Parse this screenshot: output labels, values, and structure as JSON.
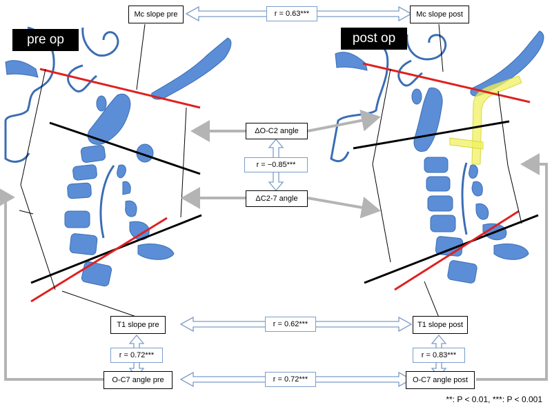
{
  "panels": {
    "pre_label": "pre op",
    "post_label": "post op"
  },
  "measures": {
    "mc_pre": "Mc slope pre",
    "mc_post": "Mc slope post",
    "o_c2": "ΔO-C2 angle",
    "c2_7": "ΔC2-7 angle",
    "t1_pre": "T1 slope pre",
    "t1_post": "T1 slope post",
    "oc7_pre": "O-C7 angle pre",
    "oc7_post": "O-C7 angle post"
  },
  "correlations": {
    "mc": "r = 0.63***",
    "oc2_c27": "r = −0.85***",
    "t1": "r = 0.62***",
    "t1_oc7_pre": "r = 0.72***",
    "t1_oc7_post": "r = 0.83***",
    "oc7": "r = 0.72***"
  },
  "footnote": "**: P < 0.01, ***: P < 0.001",
  "colors": {
    "bone": "#5b8ed6",
    "bone_stroke": "#3a6db4",
    "red_line": "#e02020",
    "black_line": "#000000",
    "arrow_fill": "#ffffff",
    "arrow_stroke": "#7a9cc8",
    "gray_arrow": "#b4b4b4",
    "implant": "#f0f060"
  }
}
